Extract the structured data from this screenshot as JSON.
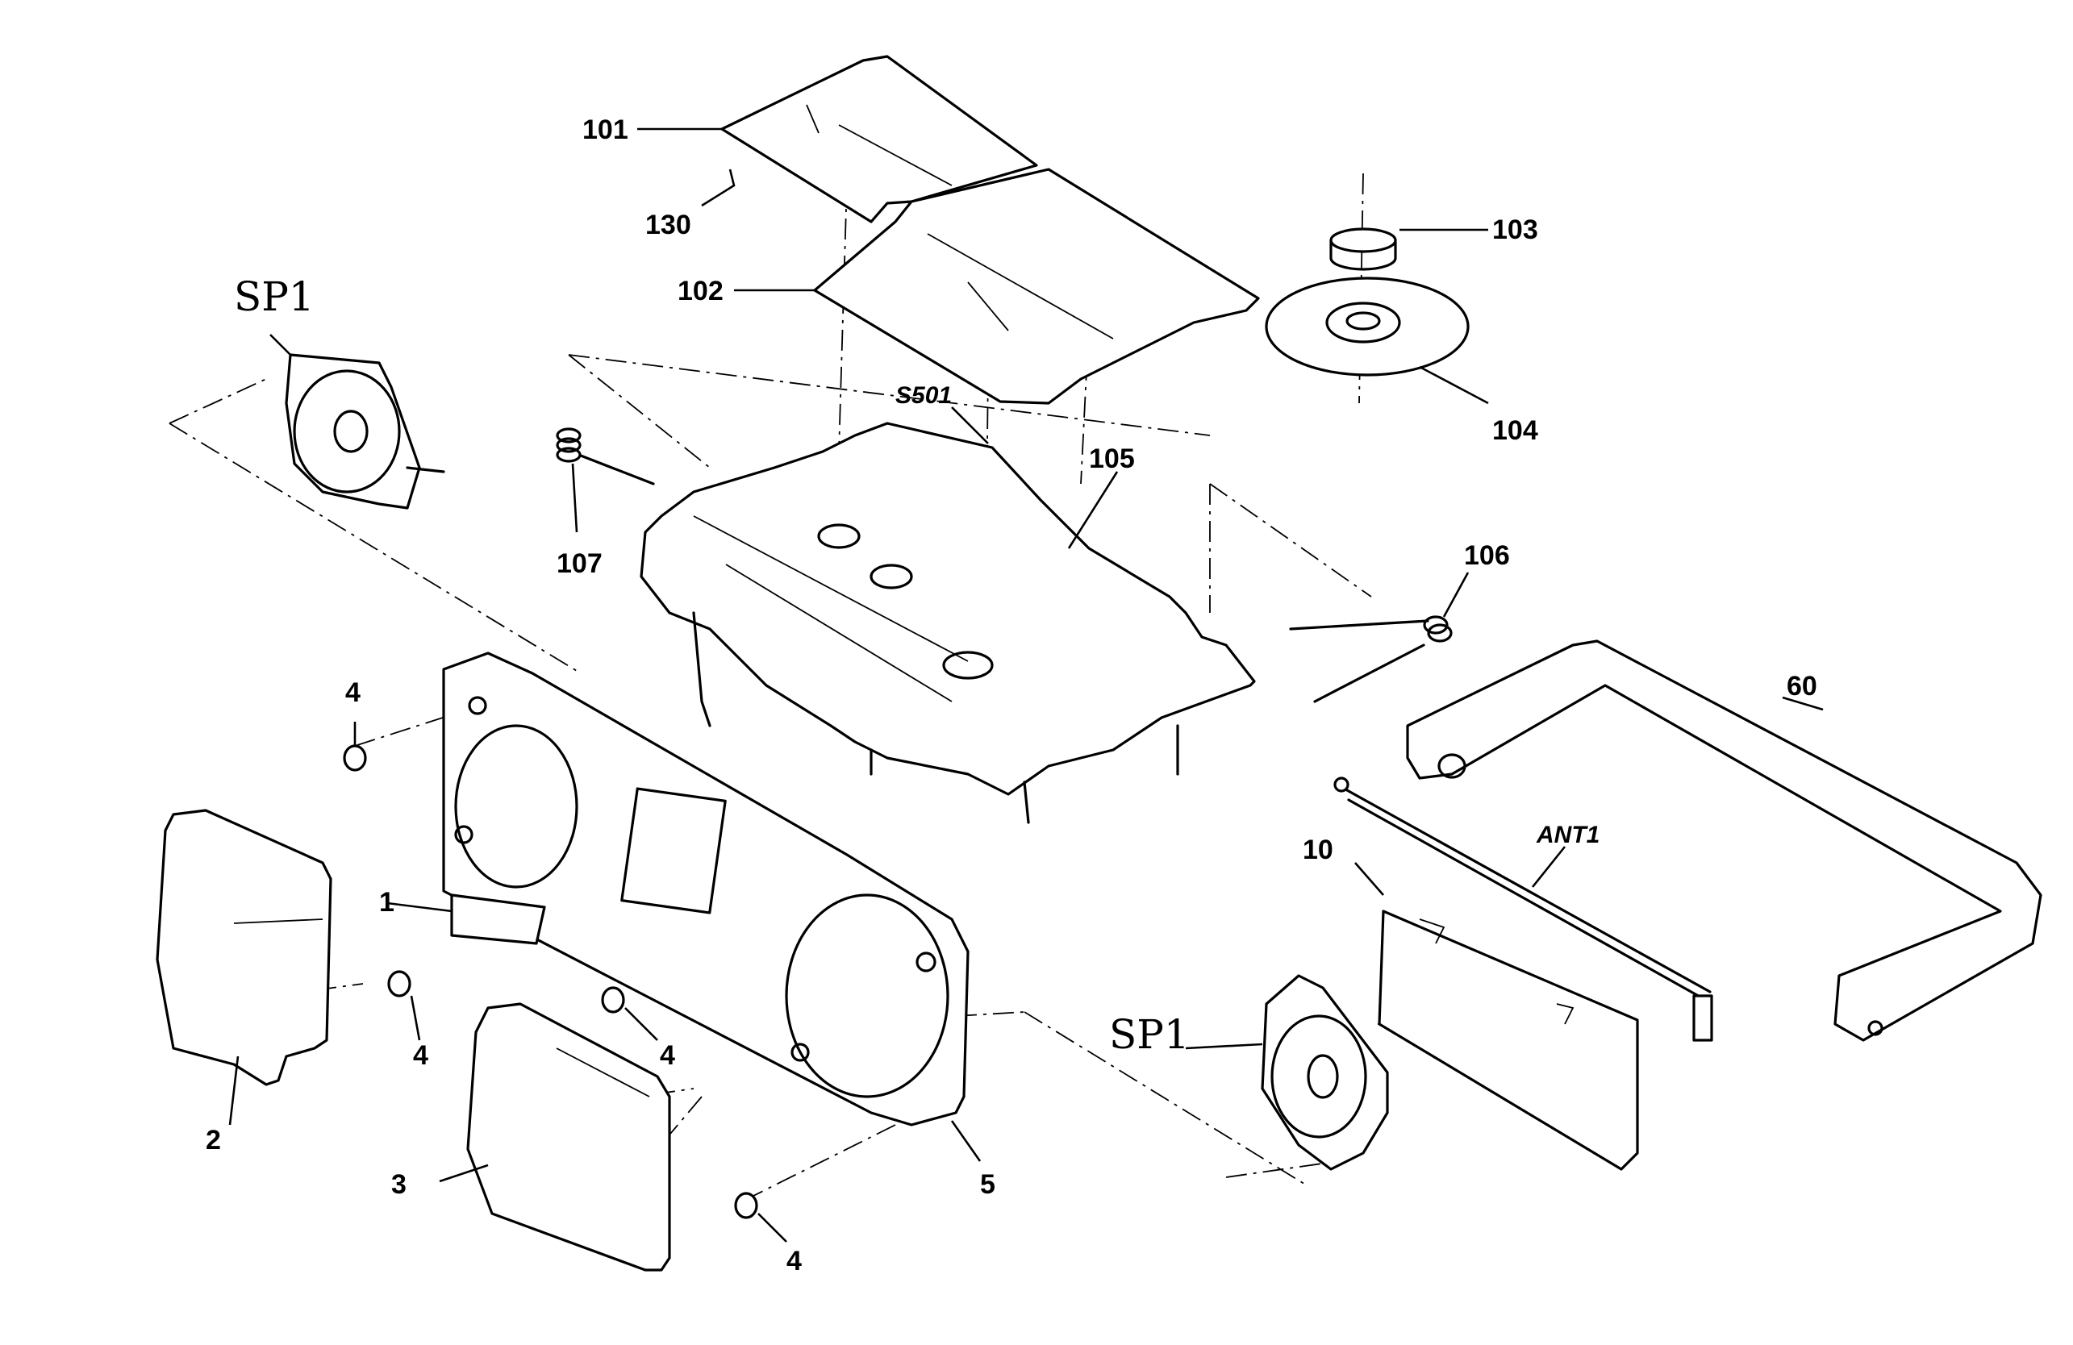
{
  "labels": {
    "p101": "101",
    "p130": "130",
    "p102": "102",
    "p103": "103",
    "p104": "104",
    "p105": "105",
    "s501": "S501",
    "p107": "107",
    "p106": "106",
    "sp1_top": "SP1",
    "sp1_bottom": "SP1",
    "p60": "60",
    "ant1": "ANT1",
    "p10": "10",
    "p1": "1",
    "p2": "2",
    "p3": "3",
    "p4_a": "4",
    "p4_b": "4",
    "p4_c": "4",
    "p4_d": "4",
    "p5": "5"
  }
}
